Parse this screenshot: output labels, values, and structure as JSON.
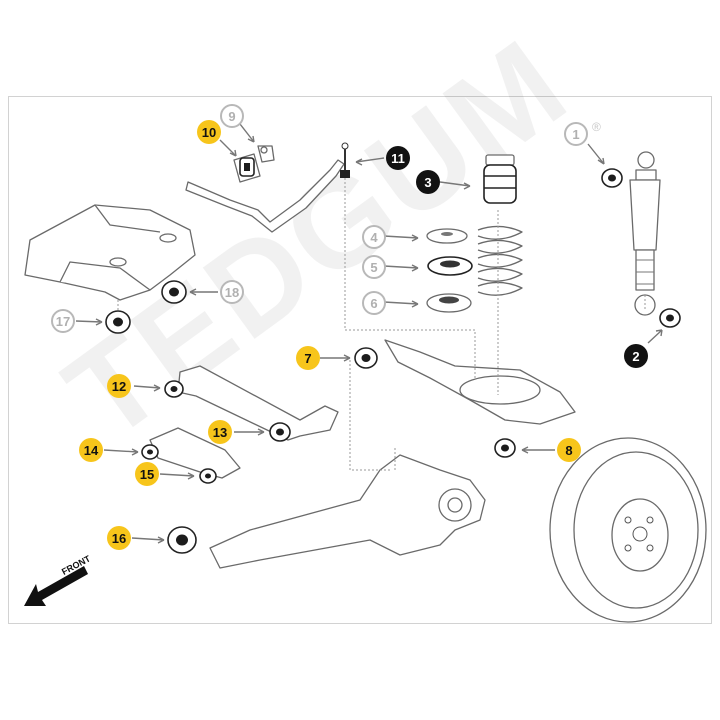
{
  "watermark": {
    "text": "TEDGUM",
    "registered_mark": "®"
  },
  "front_label": "FRONT",
  "callouts": [
    {
      "id": "1",
      "label": "1",
      "style": "grey"
    },
    {
      "id": "2",
      "label": "2",
      "style": "black"
    },
    {
      "id": "3",
      "label": "3",
      "style": "black"
    },
    {
      "id": "4",
      "label": "4",
      "style": "grey"
    },
    {
      "id": "5",
      "label": "5",
      "style": "grey"
    },
    {
      "id": "6",
      "label": "6",
      "style": "grey"
    },
    {
      "id": "7",
      "label": "7",
      "style": "yellow"
    },
    {
      "id": "8",
      "label": "8",
      "style": "yellow"
    },
    {
      "id": "9",
      "label": "9",
      "style": "grey"
    },
    {
      "id": "10",
      "label": "10",
      "style": "yellow"
    },
    {
      "id": "11",
      "label": "11",
      "style": "black"
    },
    {
      "id": "12",
      "label": "12",
      "style": "yellow"
    },
    {
      "id": "13",
      "label": "13",
      "style": "yellow"
    },
    {
      "id": "14",
      "label": "14",
      "style": "yellow"
    },
    {
      "id": "15",
      "label": "15",
      "style": "yellow"
    },
    {
      "id": "16",
      "label": "16",
      "style": "yellow"
    },
    {
      "id": "17",
      "label": "17",
      "style": "grey"
    },
    {
      "id": "18",
      "label": "18",
      "style": "grey"
    }
  ],
  "colors": {
    "yellow": "#f7c51b",
    "black": "#121212",
    "grey": "#b8b8b8"
  }
}
